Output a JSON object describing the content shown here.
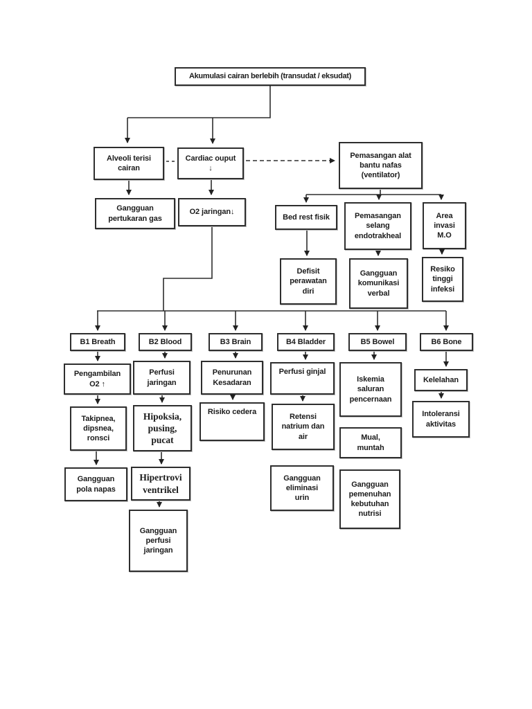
{
  "colors": {
    "background": "#ffffff",
    "ink": "#1b1b1b",
    "line": "#2d2d2d"
  },
  "flow": {
    "nodes": {
      "akumulasi": {
        "label": "Akumulasi cairan berlebih (transudat / eksudat)"
      },
      "alveoli": {
        "label": "Alveoli terisi\ncairan"
      },
      "cardiac": {
        "label": "Cardiac ouput\n↓"
      },
      "ventilator": {
        "label": "Pemasangan alat\nbantu nafas\n(ventilator)"
      },
      "pertukaran_gas": {
        "label": "Gangguan\npertukaran gas"
      },
      "o2_jaringan": {
        "label": "O2 jaringan↓"
      },
      "bed_rest": {
        "label": "Bed rest fisik"
      },
      "selang": {
        "label": "Pemasangan\nselang\nendotrakheal"
      },
      "area_invasi": {
        "label": "Area\ninvasi\nM.O"
      },
      "defisit": {
        "label": "Defisit\nperawatan\ndiri"
      },
      "komunikasi": {
        "label": "Gangguan\nkomunikasi\nverbal"
      },
      "resiko_infeksi": {
        "label": "Resiko\ntinggi\ninfeksi"
      },
      "b1": {
        "label": "B1 Breath"
      },
      "b2": {
        "label": "B2 Blood"
      },
      "b3": {
        "label": "B3 Brain"
      },
      "b4": {
        "label": "B4 Bladder"
      },
      "b5": {
        "label": "B5 Bowel"
      },
      "b6": {
        "label": "B6 Bone"
      },
      "pengambilan_o2": {
        "label": "Pengambilan\nO2 ↑"
      },
      "takipnea": {
        "label": "Takipnea,\ndipsnea,\nronsci"
      },
      "pola_napas": {
        "label": "Gangguan\npola napas"
      },
      "perfusi_jaringan": {
        "label": "Perfusi\njaringan"
      },
      "hipoksia": {
        "label": "Hipoksia,\npusing,\npucat"
      },
      "hipertrovi": {
        "label": "Hipertrovi\nventrikel"
      },
      "gangguan_perfusi": {
        "label": "Gangguan\nperfusi\njaringan"
      },
      "penurunan_kesadaran": {
        "label": "Penurunan\nKesadaran"
      },
      "risiko_cedera": {
        "label": "Risiko cedera"
      },
      "perfusi_ginjal": {
        "label": "Perfusi ginjal"
      },
      "retensi": {
        "label": "Retensi\nnatrium dan\nair"
      },
      "eliminasi_urin": {
        "label": "Gangguan\neliminasi\nurin"
      },
      "iskemia": {
        "label": "Iskemia\nsaluran\npencernaan"
      },
      "mual": {
        "label": "Mual,\nmuntah"
      },
      "nutrisi": {
        "label": "Gangguan\npemenuhan\nkebutuhan\nnutrisi"
      },
      "kelelahan": {
        "label": "Kelelahan"
      },
      "intoleransi": {
        "label": "Intoleransi\naktivitas"
      }
    },
    "edges": [
      {
        "from": "akumulasi",
        "to": "alveoli",
        "style": "arrow"
      },
      {
        "from": "akumulasi",
        "to": "cardiac",
        "style": "arrow"
      },
      {
        "from": "alveoli",
        "to": "cardiac",
        "style": "dashed"
      },
      {
        "from": "cardiac",
        "to": "ventilator",
        "style": "dashed-arrow"
      },
      {
        "from": "alveoli",
        "to": "pertukaran_gas",
        "style": "arrow"
      },
      {
        "from": "cardiac",
        "to": "o2_jaringan",
        "style": "arrow"
      },
      {
        "from": "ventilator",
        "to": "bed_rest",
        "style": "arrow"
      },
      {
        "from": "ventilator",
        "to": "selang",
        "style": "arrow"
      },
      {
        "from": "ventilator",
        "to": "area_invasi",
        "style": "arrow"
      },
      {
        "from": "bed_rest",
        "to": "defisit",
        "style": "arrow"
      },
      {
        "from": "selang",
        "to": "komunikasi",
        "style": "arrow"
      },
      {
        "from": "area_invasi",
        "to": "resiko_infeksi",
        "style": "arrow"
      },
      {
        "from": "o2_jaringan",
        "to": "b1",
        "style": "arrow"
      },
      {
        "from": "o2_jaringan",
        "to": "b2",
        "style": "arrow"
      },
      {
        "from": "o2_jaringan",
        "to": "b3",
        "style": "arrow"
      },
      {
        "from": "o2_jaringan",
        "to": "b4",
        "style": "arrow"
      },
      {
        "from": "o2_jaringan",
        "to": "b5",
        "style": "arrow"
      },
      {
        "from": "o2_jaringan",
        "to": "b6",
        "style": "arrow"
      },
      {
        "from": "b1",
        "to": "pengambilan_o2",
        "style": "arrow"
      },
      {
        "from": "pengambilan_o2",
        "to": "takipnea",
        "style": "arrow"
      },
      {
        "from": "takipnea",
        "to": "pola_napas",
        "style": "arrow"
      },
      {
        "from": "b2",
        "to": "perfusi_jaringan",
        "style": "arrow"
      },
      {
        "from": "perfusi_jaringan",
        "to": "hipoksia",
        "style": "arrow"
      },
      {
        "from": "hipoksia",
        "to": "hipertrovi",
        "style": "arrow"
      },
      {
        "from": "hipertrovi",
        "to": "gangguan_perfusi",
        "style": "arrow"
      },
      {
        "from": "b3",
        "to": "penurunan_kesadaran",
        "style": "arrow"
      },
      {
        "from": "penurunan_kesadaran",
        "to": "risiko_cedera",
        "style": "arrow"
      },
      {
        "from": "b4",
        "to": "perfusi_ginjal",
        "style": "arrow"
      },
      {
        "from": "perfusi_ginjal",
        "to": "retensi",
        "style": "arrow"
      },
      {
        "from": "b5",
        "to": "iskemia",
        "style": "arrow"
      },
      {
        "from": "b6",
        "to": "kelelahan",
        "style": "arrow"
      },
      {
        "from": "kelelahan",
        "to": "intoleransi",
        "style": "arrow"
      }
    ]
  }
}
